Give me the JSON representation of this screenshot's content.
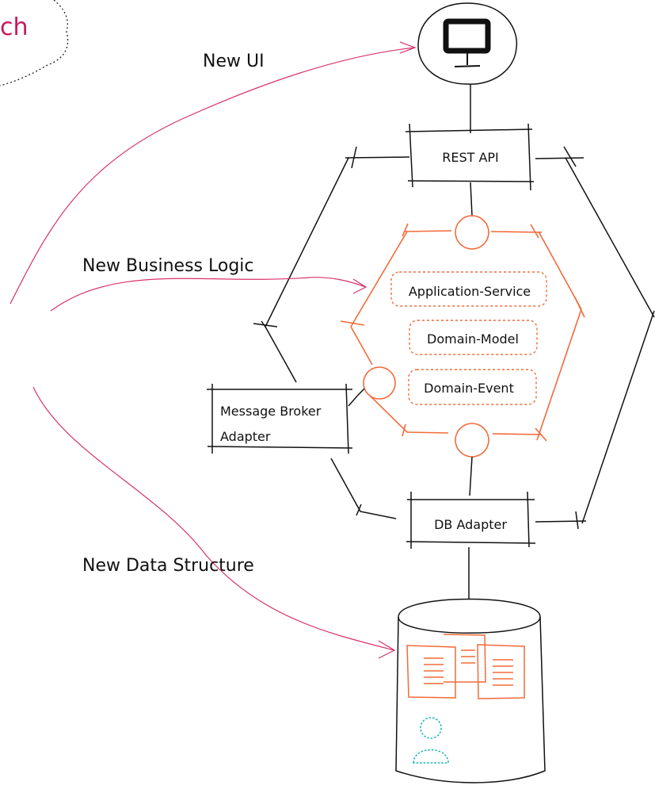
{
  "diagram": {
    "cloud_fragment_text": "ch",
    "annotations": {
      "new_ui": "New UI",
      "new_business_logic": "New Business Logic",
      "new_data_structure": "New Data Structure"
    },
    "components": {
      "rest_api": "REST API",
      "application_service": "Application-Service",
      "domain_model": "Domain-Model",
      "domain_event": "Domain-Event",
      "message_broker_line1": "Message Broker",
      "message_broker_line2": "Adapter",
      "db_adapter": "DB Adapter"
    },
    "icons": [
      "monitor-icon",
      "database-icon",
      "document-icon",
      "user-icon"
    ],
    "colors": {
      "ink": "#111111",
      "accent_orange": "#f26b3a",
      "arrow_pink": "#d8326e",
      "cloud_pink": "#c8185e",
      "user_teal": "#17b3b3"
    }
  }
}
